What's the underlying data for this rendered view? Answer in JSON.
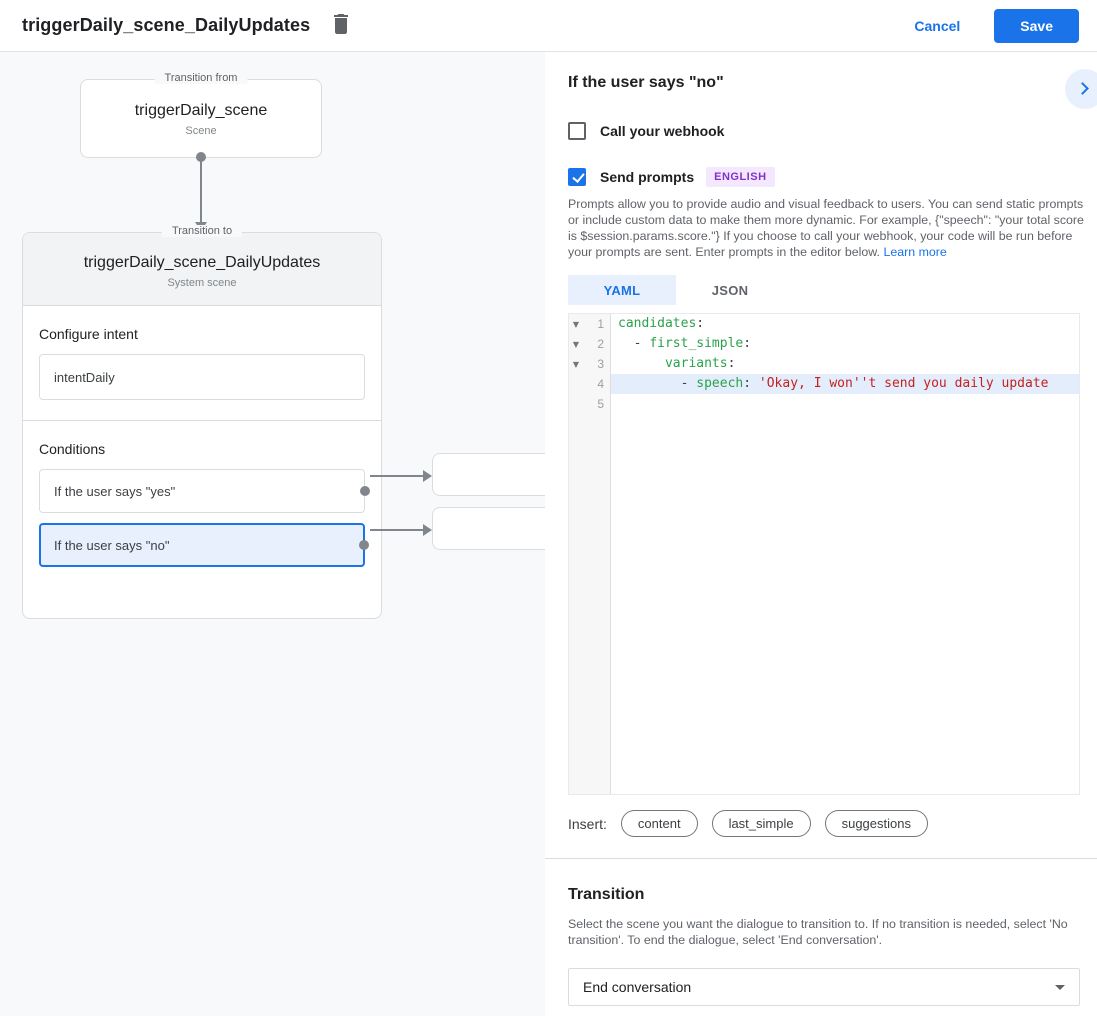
{
  "header": {
    "title": "triggerDaily_scene_DailyUpdates",
    "cancel_label": "Cancel",
    "save_label": "Save"
  },
  "colors": {
    "accent_blue": "#1a73e8",
    "selected_condition_bg": "#e8f0fe",
    "badge_bg": "#f3e8fd",
    "badge_text": "#8430ce",
    "code_key_green": "#2ba24c",
    "code_string_red": "#c5221f",
    "active_line_bg": "#e3edfb",
    "canvas_bg": "#f8f9fa"
  },
  "diagram": {
    "transition_from": {
      "legend": "Transition from",
      "title": "triggerDaily_scene",
      "subtitle": "Scene"
    },
    "transition_to": {
      "legend": "Transition to",
      "title": "triggerDaily_scene_DailyUpdates",
      "subtitle": "System scene",
      "configure_intent_label": "Configure intent",
      "intent_value": "intentDaily",
      "conditions_label": "Conditions",
      "conditions": [
        {
          "label": "If the user says \"yes\"",
          "selected": false
        },
        {
          "label": "If the user says \"no\"",
          "selected": true
        }
      ]
    }
  },
  "panel": {
    "title": "If the user says \"no\"",
    "webhook": {
      "label": "Call your webhook",
      "checked": false
    },
    "send_prompts": {
      "label": "Send prompts",
      "checked": true,
      "badge": "ENGLISH"
    },
    "description": "Prompts allow you to provide audio and visual feedback to users. You can send static prompts or include custom data to make them more dynamic. For example, {\"speech\": \"your total score is $session.params.score.\"} If you choose to call your webhook, your code will be run before your prompts are sent. Enter prompts in the editor below. ",
    "learn_more": "Learn more",
    "tabs": [
      {
        "label": "YAML",
        "active": true
      },
      {
        "label": "JSON",
        "active": false
      }
    ],
    "editor": {
      "lines": [
        {
          "num": "1",
          "fold": true,
          "highlight": false,
          "tokens": [
            [
              "key",
              "candidates"
            ],
            [
              "punc",
              ":"
            ]
          ]
        },
        {
          "num": "2",
          "fold": true,
          "highlight": false,
          "tokens": [
            [
              "punc",
              "  - "
            ],
            [
              "key",
              "first_simple"
            ],
            [
              "punc",
              ":"
            ]
          ]
        },
        {
          "num": "3",
          "fold": true,
          "highlight": false,
          "tokens": [
            [
              "plain",
              "      "
            ],
            [
              "key",
              "variants"
            ],
            [
              "punc",
              ":"
            ]
          ]
        },
        {
          "num": "4",
          "fold": false,
          "highlight": true,
          "tokens": [
            [
              "punc",
              "        - "
            ],
            [
              "key",
              "speech"
            ],
            [
              "punc",
              ": "
            ],
            [
              "str",
              "'Okay, I won''t send you daily update"
            ]
          ]
        },
        {
          "num": "5",
          "fold": false,
          "highlight": false,
          "tokens": []
        }
      ]
    },
    "insert": {
      "label": "Insert:",
      "pills": [
        "content",
        "last_simple",
        "suggestions"
      ]
    },
    "transition": {
      "title": "Transition",
      "description": "Select the scene you want the dialogue to transition to. If no transition is needed, select 'No transition'. To end the dialogue, select 'End conversation'.",
      "value": "End conversation"
    }
  }
}
